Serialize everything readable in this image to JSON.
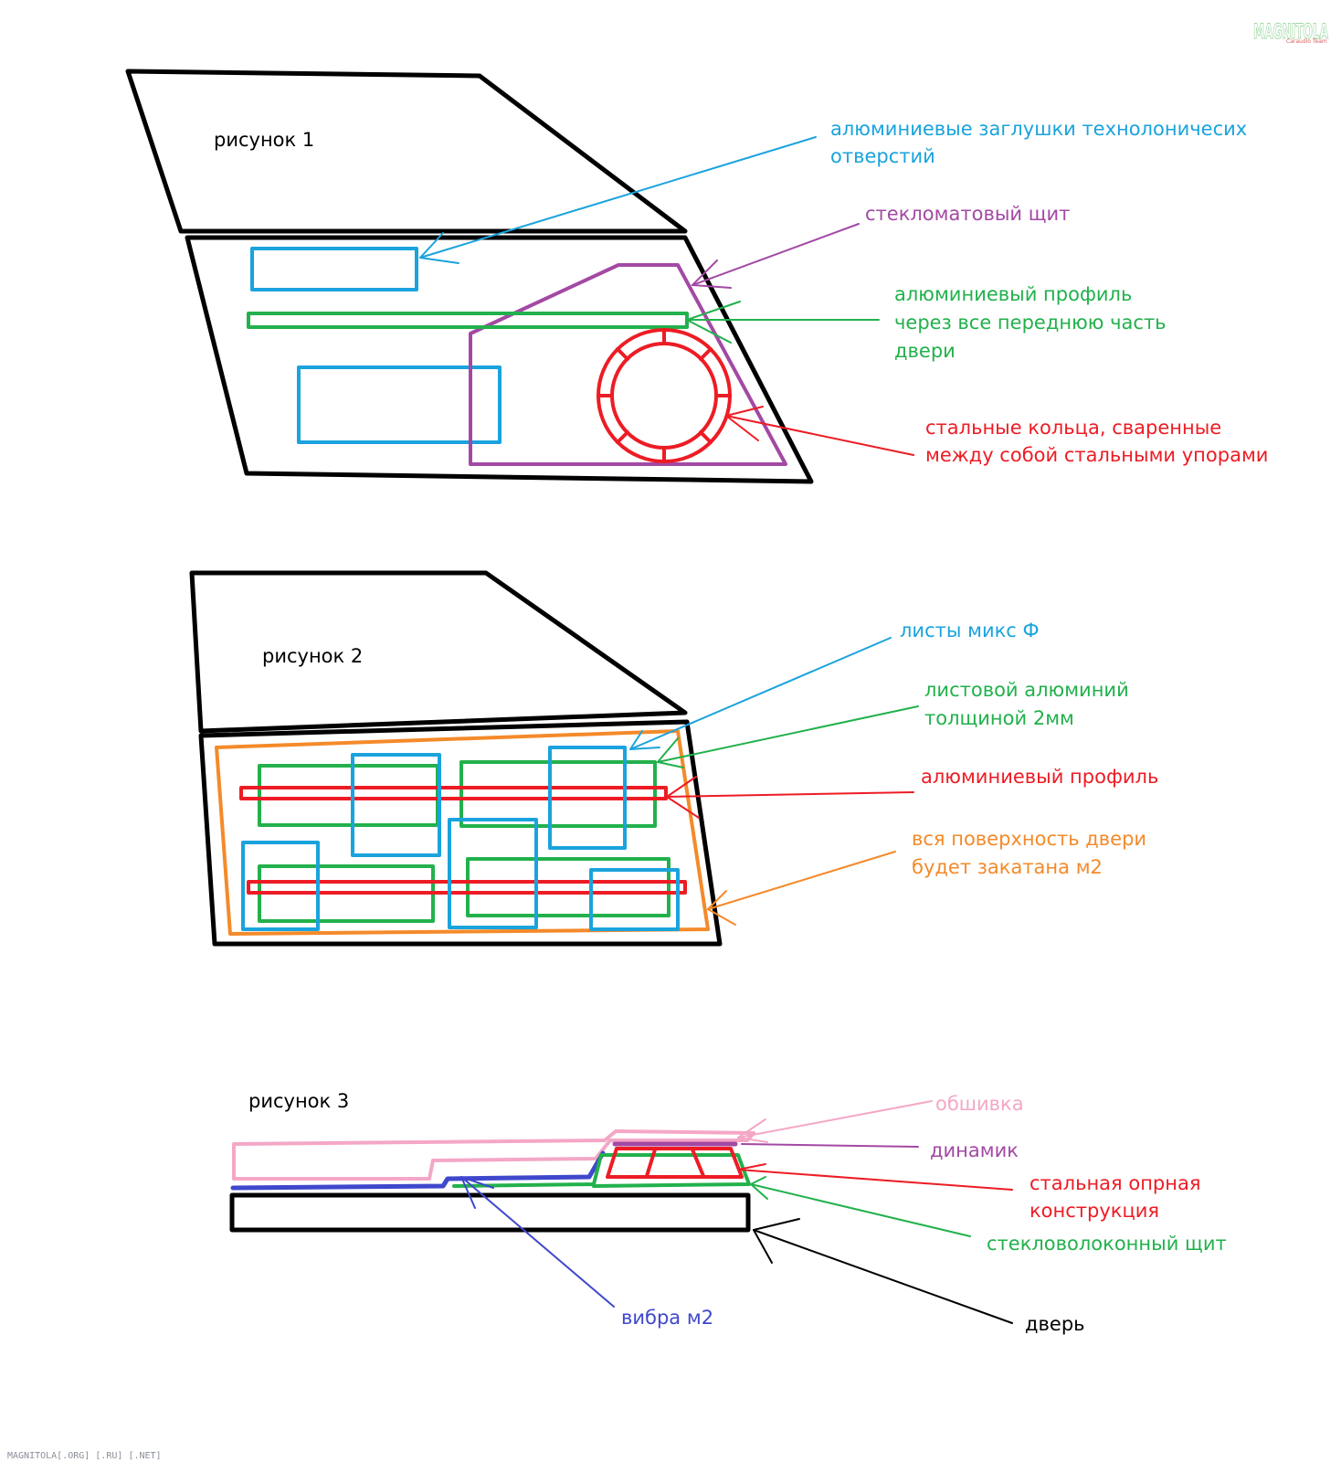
{
  "colors": {
    "black": "#000000",
    "blue": "#1aa3dd",
    "green": "#22b14c",
    "purple": "#a349a4",
    "red": "#ed1c24",
    "orange": "#f48a2a",
    "pink": "#f4a7c6",
    "navy": "#3f48cc"
  },
  "figure1": {
    "title": "рисунок 1",
    "label_plugs": [
      "алюминиевые заглушки технолоничесих",
      "отверстий"
    ],
    "label_shield": [
      "стекломатовый щит"
    ],
    "label_profile": [
      "алюминиевый профиль",
      "через все переднюю часть",
      "двери"
    ],
    "label_rings": [
      "стальные кольца, сваренные",
      "между собой стальными упорами"
    ]
  },
  "figure2": {
    "title": "рисунок 2",
    "label_mix": [
      "листы микс Ф"
    ],
    "label_sheet_al": [
      "листовой алюминий",
      "толщиной 2мм"
    ],
    "label_profile": [
      "алюминиевый профиль"
    ],
    "label_surface": [
      "вся поверхность двери",
      "будет закатана м2"
    ]
  },
  "figure3": {
    "title": "рисунок 3",
    "label_trim": [
      "обшивка"
    ],
    "label_speaker": [
      "динамик"
    ],
    "label_support": [
      "стальная опрная",
      "конструкция"
    ],
    "label_fiber": [
      "стекловолоконный щит"
    ],
    "label_vibra": [
      "вибра м2"
    ],
    "label_door": [
      "дверь"
    ]
  },
  "watermark": {
    "logo_text": "MAGNITOLA",
    "logo_sub": "Caraudio Team",
    "footer": "MAGNITOLA[.ORG] [.RU] [.NET]"
  }
}
